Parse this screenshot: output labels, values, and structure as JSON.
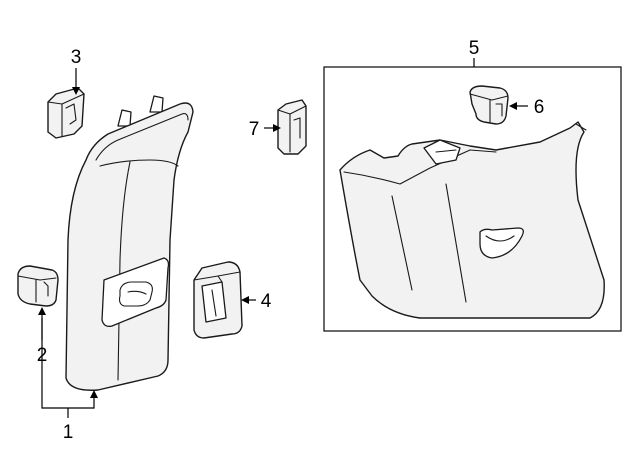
{
  "callouts": [
    {
      "id": "1",
      "label": "1"
    },
    {
      "id": "2",
      "label": "2"
    },
    {
      "id": "3",
      "label": "3"
    },
    {
      "id": "4",
      "label": "4"
    },
    {
      "id": "5",
      "label": "5"
    },
    {
      "id": "6",
      "label": "6"
    },
    {
      "id": "7",
      "label": "7"
    }
  ],
  "colors": {
    "line": "#1a1a1a",
    "fill": "#f2f2f2",
    "background": "#ffffff"
  }
}
